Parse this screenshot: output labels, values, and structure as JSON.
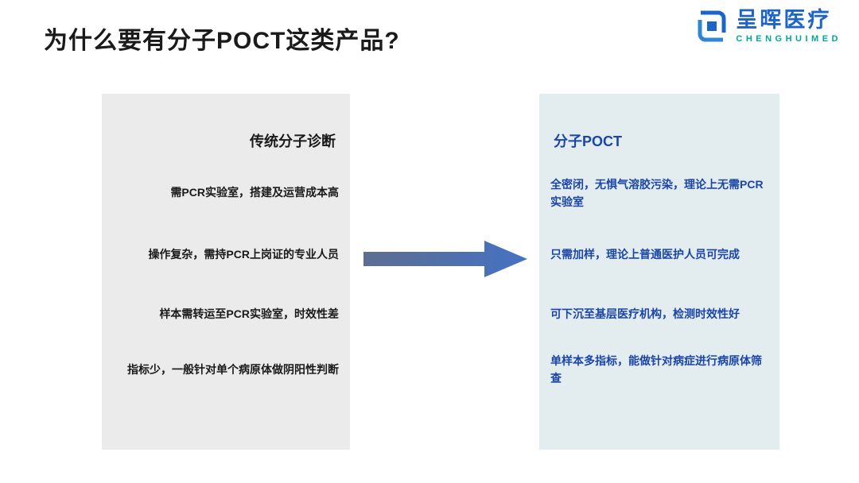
{
  "slide": {
    "title": "为什么要有分子POCT这类产品?"
  },
  "logo": {
    "name": "呈晖医疗",
    "subtitle": "CHENGHUIMED",
    "brand_blue": "#1d64c8",
    "brand_teal": "#00a89c"
  },
  "left_panel": {
    "header": "传统分子诊断",
    "items": [
      "需PCR实验室，搭建及运营成本高",
      "操作复杂，需持PCR上岗证的专业人员",
      "样本需转运至PCR实验室，时效性差",
      "指标少，一般针对单个病原体做阴阳性判断"
    ],
    "background": "#ebebeb",
    "text_color": "#1a1a1a"
  },
  "right_panel": {
    "header": "分子POCT",
    "items": [
      "全密闭，无惧气溶胶污染，理论上无需PCR实验室",
      "只需加样，理论上普通医护人员可完成",
      "可下沉至基层医疗机构，检测时效性好",
      "单样本多指标，能做针对病症进行病原体筛查"
    ],
    "background": "#e3edf0",
    "text_color": "#1b46a8"
  },
  "arrow": {
    "direction": "right",
    "gradient_from": "#5d6e92",
    "gradient_to": "#4472c4"
  }
}
